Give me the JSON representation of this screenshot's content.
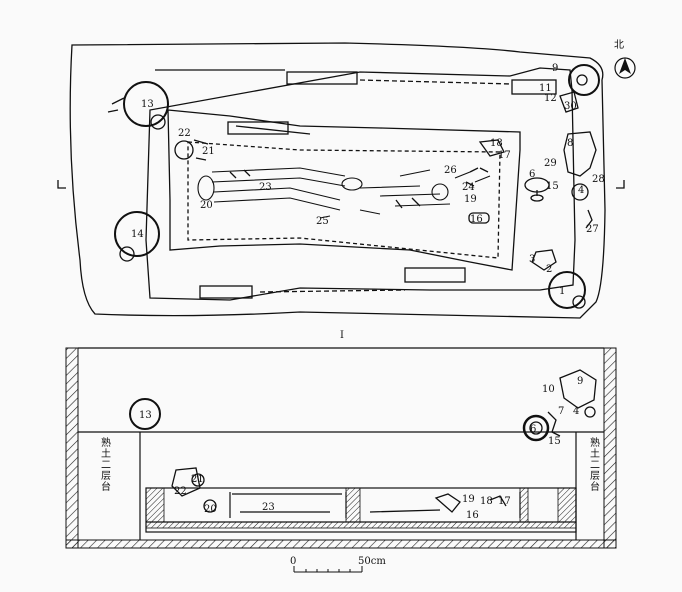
{
  "north": {
    "label": "北"
  },
  "section_marker": "I",
  "plan": {
    "labels": [
      "13",
      "14",
      "22",
      "21",
      "23",
      "20",
      "25",
      "26",
      "18",
      "17",
      "6",
      "24",
      "19",
      "16",
      "29",
      "15",
      "8",
      "4",
      "28",
      "27",
      "9",
      "11",
      "30",
      "12",
      "3",
      "2",
      "1"
    ]
  },
  "section": {
    "labels": [
      "13",
      "10",
      "9",
      "7",
      "4",
      "6",
      "15",
      "21",
      "22",
      "20",
      "23",
      "19",
      "18",
      "17",
      "16"
    ],
    "left_platform_text": "熟土二层台",
    "right_platform_text": "熟土二层台"
  },
  "scale_bar": {
    "start": "0",
    "end": "50cm"
  }
}
